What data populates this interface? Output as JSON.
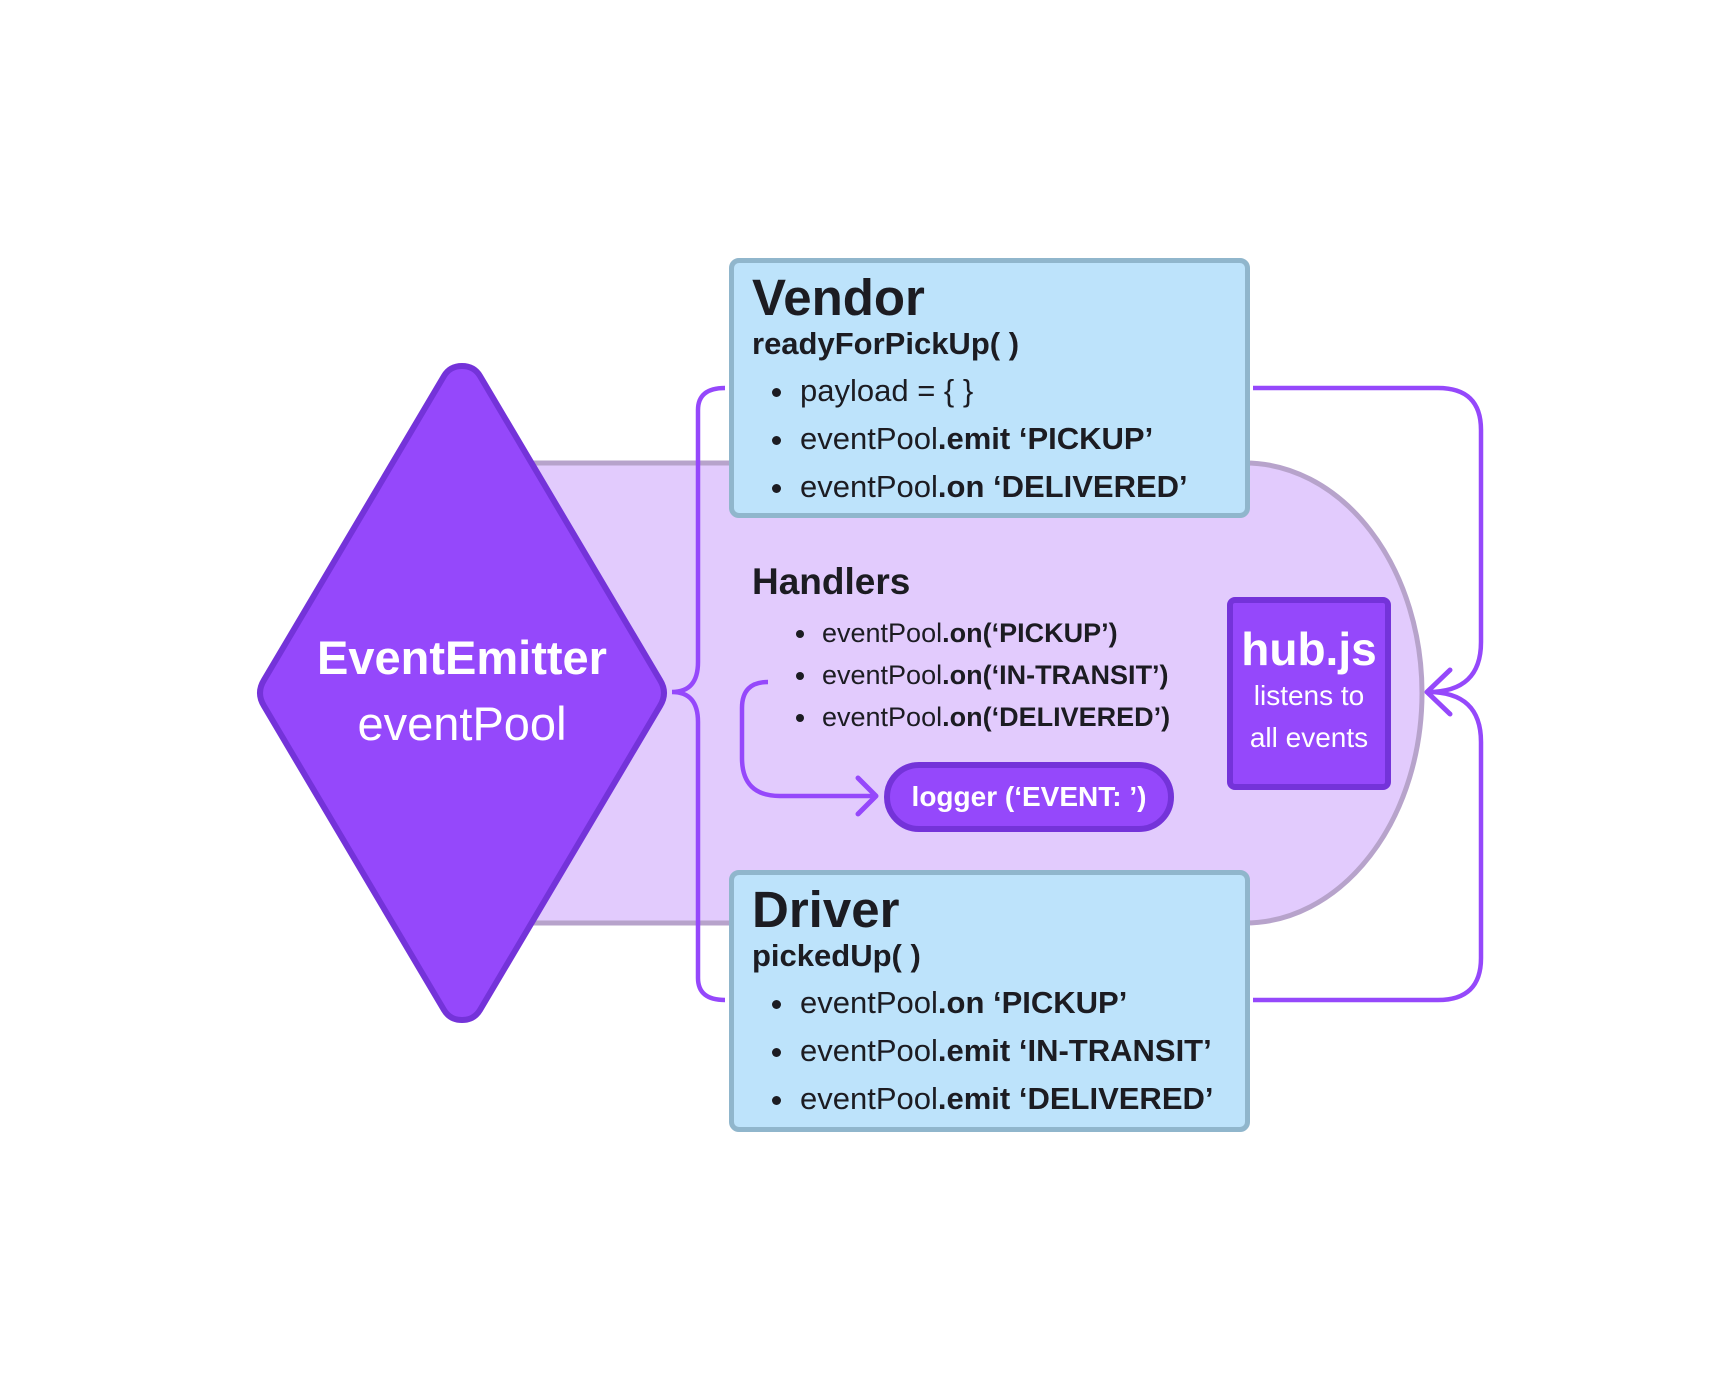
{
  "colors": {
    "purple": "#9548fb",
    "purple_dark": "#7433d9",
    "lavender": "#e2cbfd",
    "lavender_border": "#b7a3cb",
    "card_blue": "#bde3fb",
    "card_border": "#90b6cc",
    "arrow": "#9548fb"
  },
  "event_emitter": {
    "title": "EventEmitter",
    "subtitle": "eventPool"
  },
  "vendor": {
    "title": "Vendor",
    "method": "readyForPickUp( )",
    "items": [
      {
        "prefix": "payload = { }",
        "bold": ""
      },
      {
        "prefix": "eventPool",
        "bold": ".emit ‘PICKUP’"
      },
      {
        "prefix": "eventPool",
        "bold": ".on ‘DELIVERED’"
      }
    ]
  },
  "handlers": {
    "title": "Handlers",
    "items": [
      {
        "prefix": "eventPool",
        "bold": ".on(‘PICKUP’)"
      },
      {
        "prefix": "eventPool",
        "bold": ".on(‘IN-TRANSIT’)"
      },
      {
        "prefix": "eventPool",
        "bold": ".on(‘DELIVERED’)"
      }
    ],
    "logger": "logger (‘EVENT: ’)"
  },
  "hub": {
    "title": "hub.js",
    "line1": "listens to",
    "line2": "all events"
  },
  "driver": {
    "title": "Driver",
    "method": "pickedUp( )",
    "items": [
      {
        "prefix": "eventPool",
        "bold": ".on ‘PICKUP’"
      },
      {
        "prefix": "eventPool",
        "bold": ".emit ‘IN-TRANSIT’"
      },
      {
        "prefix": "eventPool",
        "bold": ".emit ‘DELIVERED’"
      }
    ]
  }
}
